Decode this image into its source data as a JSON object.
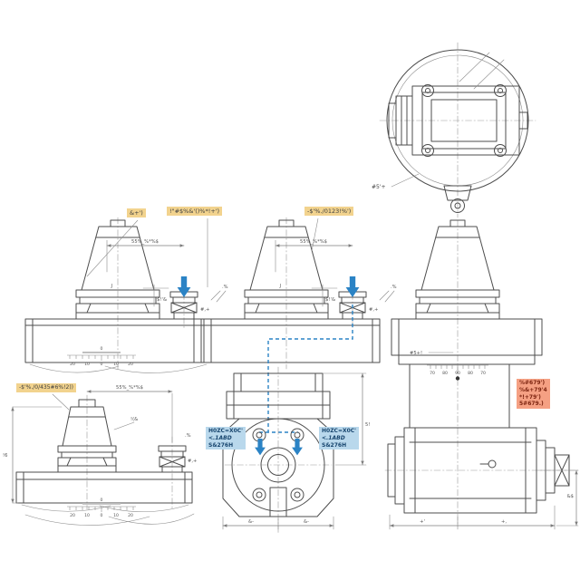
{
  "colors": {
    "highlight_yellow": "#f2d38e",
    "highlight_orange": "#f5a083",
    "highlight_blue": "#b9d8ec",
    "accent_blue": "#2b83c5",
    "line_dark": "#4d4d4d"
  },
  "callouts": {
    "tool1": "&+')",
    "tool2": "!\"#$%&'()%*!+')",
    "tool3": "-$'%./0123!%')",
    "tool4": "-$'%./0/435#6%!2))"
  },
  "notes": {
    "coolant": {
      "line1": "H0ZC=X0C'",
      "line2": "<.1ABD",
      "line3": "S&276H"
    },
    "spec": {
      "line1": "%#679')",
      "line2": "%&+79'4",
      "line3": "*!+79')",
      "line4": "5#679.)"
    }
  },
  "dims": {
    "overhang": "55%_%*%$",
    "j": "J",
    "gauge": "$!'&",
    "nose": "#,+",
    "pct": ".%",
    "hsk_len": "!(&",
    "left_height": "!6",
    "front_half_left": "&-",
    "front_half_right": "&-",
    "front_height": "5!",
    "side_len_a": "+'",
    "side_len_b": "+,",
    "side_height": "&$",
    "top_view_ref": "#5'+",
    "side_view_ref": "#5+!"
  },
  "scales": {
    "swivel": {
      "zero": "0",
      "numbers": [
        "20",
        "10",
        "0",
        "10",
        "20"
      ]
    },
    "angle": {
      "numbers": [
        "70",
        "80",
        "90",
        "80",
        "70"
      ]
    }
  }
}
